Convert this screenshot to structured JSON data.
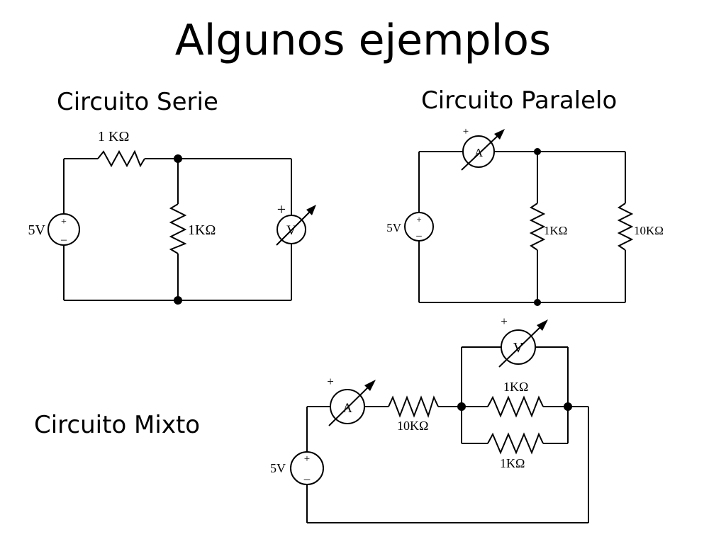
{
  "title": "Algunos ejemplos",
  "sections": {
    "serie": "Circuito Serie",
    "paralelo": "Circuito Paralelo",
    "mixto": "Circuito Mixto"
  },
  "serie": {
    "source": "5V",
    "r_top": "1 KΩ",
    "r_mid": "1KΩ",
    "meter": "V",
    "plus": "+",
    "src_plus": "+",
    "src_minus": "–"
  },
  "paralelo": {
    "source": "5V",
    "meter": "A",
    "r1": "1KΩ",
    "r2": "10KΩ",
    "plus": "+",
    "src_plus": "+",
    "src_minus": "–"
  },
  "mixto": {
    "source": "5V",
    "ammeter": "A",
    "voltmeter": "V",
    "r_series": "10KΩ",
    "r_top": "1KΩ",
    "r_bottom": "1KΩ",
    "plus_a": "+",
    "plus_v": "+",
    "src_plus": "+",
    "src_minus": "–"
  }
}
